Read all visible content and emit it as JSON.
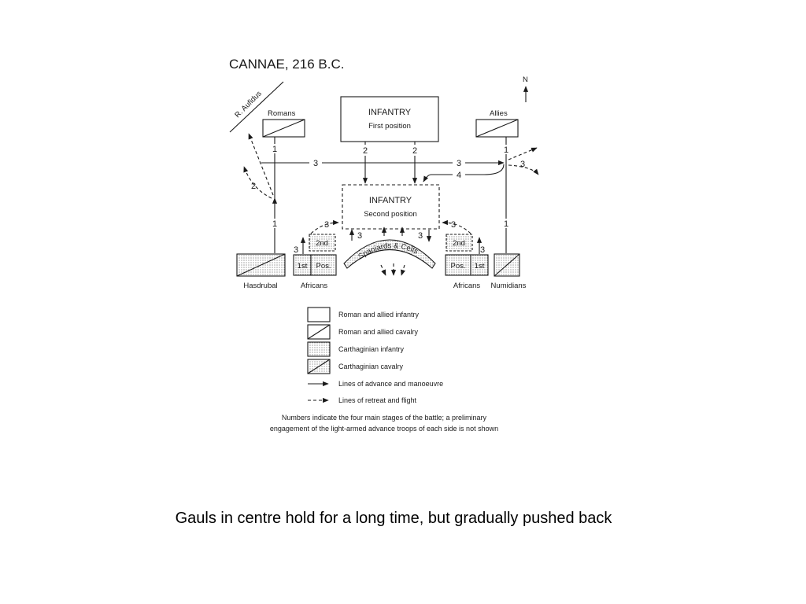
{
  "diagram": {
    "title": "CANNAE, 216 B.C.",
    "river": "R. Aufidus",
    "north": "N",
    "units": {
      "romans": "Romans",
      "allies": "Allies",
      "infantry_first_l1": "INFANTRY",
      "infantry_first_l2": "First position",
      "infantry_second_l1": "INFANTRY",
      "infantry_second_l2": "Second position",
      "hasdrubal": "Hasdrubal",
      "africans_left": "Africans",
      "africans_right": "Africans",
      "numidians": "Numidians",
      "spaniards_celts": "Spaniards & Celts",
      "left_2nd": "2nd",
      "left_1st": "1st",
      "left_pos": "Pos.",
      "right_2nd": "2nd",
      "right_pos": "Pos.",
      "right_1st": "1st"
    },
    "stage_numbers": {
      "one": "1",
      "two": "2",
      "three": "3",
      "four": "4"
    },
    "legend": [
      {
        "symbol": "plain-box",
        "label": "Roman and allied infantry"
      },
      {
        "symbol": "diagonal-box",
        "label": "Roman and allied cavalry"
      },
      {
        "symbol": "dotted-box",
        "label": "Carthaginian infantry"
      },
      {
        "symbol": "dotted-diagonal-box",
        "label": "Carthaginian cavalry"
      },
      {
        "symbol": "solid-arrow",
        "label": "Lines of advance and manoeuvre"
      },
      {
        "symbol": "dashed-arrow",
        "label": "Lines of retreat and flight"
      }
    ],
    "note_l1": "Numbers indicate the four main stages of the battle; a preliminary",
    "note_l2": "engagement of the light-armed advance troops of each side is not shown"
  },
  "caption": "Gauls in centre hold for a long time, but gradually pushed back"
}
